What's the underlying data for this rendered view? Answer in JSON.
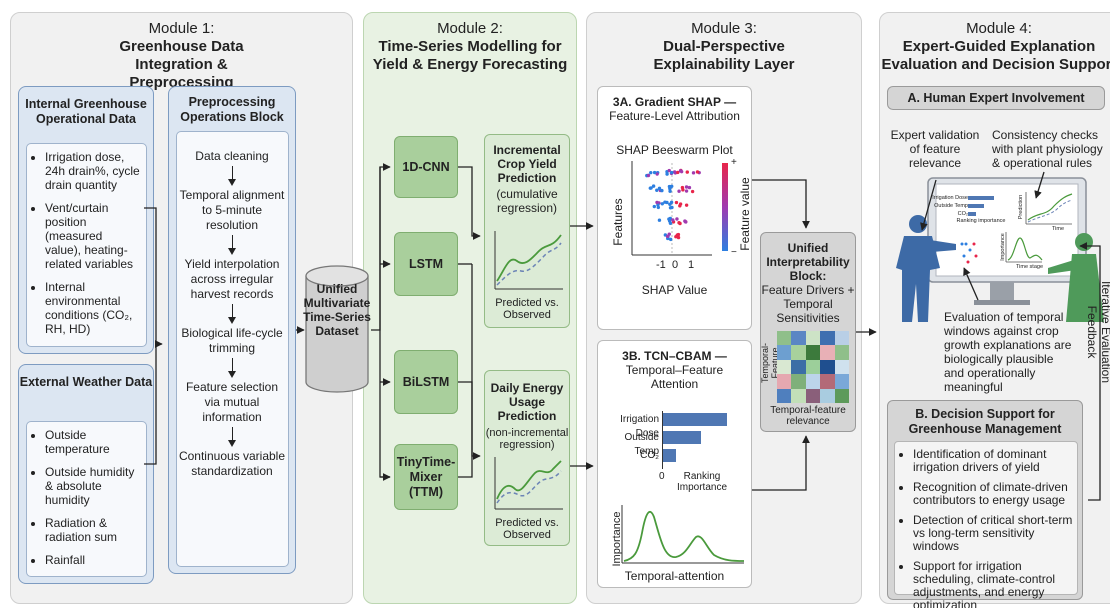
{
  "module1": {
    "heading": "Module 1:",
    "title": "Greenhouse Data Integration & Preprocessing",
    "internal": {
      "title": "Internal Greenhouse Operational Data",
      "items": [
        "Irrigation dose, 24h drain%, cycle drain quantity",
        "Vent/curtain position (measured value), heating-related variables",
        "Internal environmental conditions (CO₂, RH, HD)"
      ]
    },
    "external": {
      "title": "External Weather Data",
      "items": [
        "Outside temperature",
        "Outside humidity & absolute humidity",
        "Radiation & radiation sum",
        "Rainfall"
      ]
    },
    "preprocessing": {
      "title": "Preprocessing Operations Block",
      "steps": [
        "Data cleaning",
        "Temporal alignment to 5-minute resolution",
        "Yield interpolation across irregular harvest records",
        "Biological life-cycle trimming",
        "Feature selection via mutual information",
        "Continuous variable standardization"
      ]
    }
  },
  "dataset": {
    "label": "Unified Multivariate Time-Series Dataset"
  },
  "module2": {
    "heading": "Module 2:",
    "title": "Time-Series Modelling for Yield & Energy Forecasting",
    "models": [
      "1D-CNN",
      "LSTM",
      "BiLSTM",
      "TinyTime-Mixer (TTM)"
    ],
    "yield_box": {
      "title": "Incremental Crop Yield Prediction",
      "subtitle": "(cumulative regression)",
      "caption": "Predicted vs. Observed"
    },
    "energy_box": {
      "title": "Daily Energy Usage Prediction",
      "subtitle": "(non-incremental regression)",
      "caption": "Predicted vs. Observed"
    }
  },
  "module3": {
    "heading": "Module 3:",
    "title": "Dual-Perspective Explainability Layer",
    "shap": {
      "title": "3A. Gradient SHAP —",
      "subtitle": "Feature-Level Attribution",
      "plot_title": "SHAP Beeswarm Plot",
      "ylabel": "Features",
      "xlabel": "SHAP Value",
      "ticks": [
        "-1",
        "0",
        "1"
      ],
      "colorbar_label": "Feature value",
      "plus": "+",
      "minus": "−"
    },
    "tcn": {
      "title": "3B. TCN–CBAM —",
      "subtitle": "Temporal–Feature Attention",
      "caption_axis": "Ranking Importance",
      "zero_tick": "0",
      "attention_ylabel": "Importance",
      "attention_xlabel": "Temporal-attention"
    },
    "unified": {
      "title": "Unified Interpretability Block:",
      "subtitle": "Feature Drivers + Temporal Sensitivities",
      "heatmap_ylabel": "Temporal-Feature",
      "heatmap_caption": "Temporal-feature relevance",
      "heatmap_colors": [
        [
          "#8fbf8a",
          "#5b86c4",
          "#cde3c6",
          "#3f6fb0",
          "#b9cfe6"
        ],
        [
          "#6d9fd0",
          "#a8d19c",
          "#3c7a3c",
          "#e8b0b6",
          "#8fbf8a"
        ],
        [
          "#d9e8d2",
          "#3c6ea6",
          "#9ccf9a",
          "#1f4f8f",
          "#cfe1ee"
        ],
        [
          "#e5a8b0",
          "#7fb07a",
          "#bcd4ea",
          "#b36a78",
          "#7aa8d8"
        ],
        [
          "#4f7fbe",
          "#c2dfb8",
          "#8a5f7a",
          "#a9cce0",
          "#5d9a5a"
        ]
      ]
    }
  },
  "module4": {
    "heading": "Module 4:",
    "title": "Expert-Guided Explanation Evaluation and Decision Support",
    "human": {
      "title": "A. Human Expert Involvement",
      "note1": "Expert validation of feature relevance",
      "note2": "Consistency checks with plant physiology & operational rules",
      "note3": "Evaluation of temporal windows against crop growth explanations are biologically plausible and operationally meaningful",
      "mini_labels": [
        "Irrigation Dose",
        "Outside Temp",
        "CO₂"
      ],
      "mini_caption": "Ranking importance",
      "mini_chart_ylabel": "Prediction",
      "mini_chart_xlabel": "Time",
      "mini_attn_ylabel": "Importance",
      "mini_attn_xlabel": "Time stage"
    },
    "feedback_label": "Iterative Evaluation Feedback",
    "decision": {
      "title": "B. Decision Support for Greenhouse Management",
      "items": [
        "Identification of dominant irrigation drivers of yield",
        "Recognition of climate-driven contributors to energy usage",
        "Detection of critical short-term vs long-term sensitivity windows",
        "Support for irrigation scheduling, climate-control adjustments, and energy optimization"
      ]
    }
  },
  "chart_data": [
    {
      "type": "bar",
      "categories": [
        "Irrigation Dose",
        "Outside Temp",
        "CO₂"
      ],
      "values": [
        1.0,
        0.6,
        0.2
      ],
      "xlabel": "Ranking Importance"
    }
  ]
}
